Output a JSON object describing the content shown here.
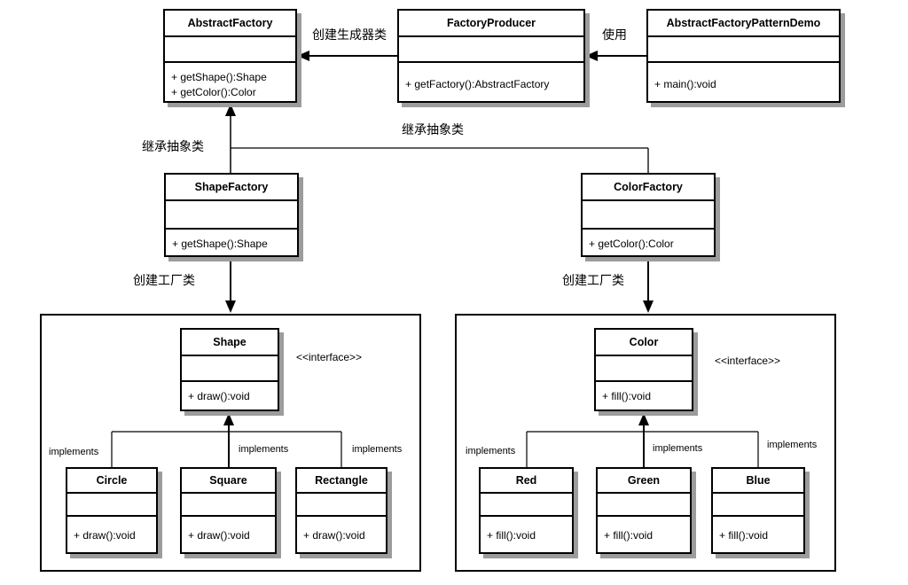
{
  "classes": {
    "abstract_factory": {
      "name": "AbstractFactory",
      "methods": [
        "+ getShape():Shape",
        "+ getColor():Color"
      ]
    },
    "factory_producer": {
      "name": "FactoryProducer",
      "methods": [
        "+ getFactory():AbstractFactory"
      ]
    },
    "demo": {
      "name": "AbstractFactoryPatternDemo",
      "methods": [
        "+ main():void"
      ]
    },
    "shape_factory": {
      "name": "ShapeFactory",
      "methods": [
        "+ getShape():Shape"
      ]
    },
    "color_factory": {
      "name": "ColorFactory",
      "methods": [
        "+ getColor():Color"
      ]
    },
    "shape_interface": {
      "name": "Shape",
      "methods": [
        "+ draw():void"
      ]
    },
    "color_interface": {
      "name": "Color",
      "methods": [
        "+ fill():void"
      ]
    },
    "circle": {
      "name": "Circle",
      "methods": [
        "+ draw():void"
      ]
    },
    "square": {
      "name": "Square",
      "methods": [
        "+ draw():void"
      ]
    },
    "rectangle": {
      "name": "Rectangle",
      "methods": [
        "+ draw():void"
      ]
    },
    "red": {
      "name": "Red",
      "methods": [
        "+ fill():void"
      ]
    },
    "green": {
      "name": "Green",
      "methods": [
        "+ fill():void"
      ]
    },
    "blue": {
      "name": "Blue",
      "methods": [
        "+ fill():void"
      ]
    }
  },
  "labels": {
    "create_builder": "创建生成器类",
    "use": "使用",
    "inherit_abstract": "继承抽象类",
    "create_factory": "创建工厂类",
    "interface_stereotype": "<<interface>>",
    "implements": "implements"
  },
  "colors": {
    "line": "#000000",
    "box_border": "#000000",
    "box_fill": "#ffffff",
    "shadow": "#9c9c9c"
  }
}
